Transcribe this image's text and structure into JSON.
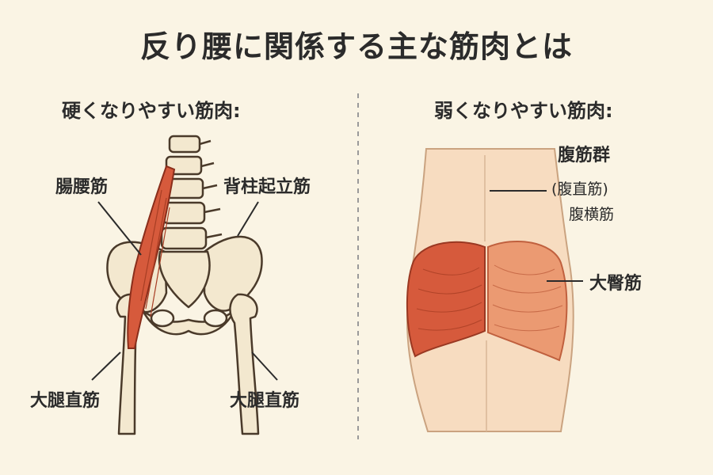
{
  "title": "反り腰に関係する主な筋肉とは",
  "left_panel": {
    "heading": "硬くなりやすい筋肉:",
    "labels": {
      "iliopsoas": "腸腰筋",
      "erector_spinae": "背柱起立筋",
      "rectus_femoris_left": "大腿直筋",
      "rectus_femoris_right": "大腿直筋"
    }
  },
  "right_panel": {
    "heading": "弱くなりやすい筋肉:",
    "labels": {
      "abdominals": "腹筋群",
      "rectus_abdominis": "(腹直筋)",
      "transversus": "腹横筋",
      "gluteus_maximus": "大臀筋"
    }
  },
  "colors": {
    "background": "#faf4e4",
    "bone": "#f3e8cf",
    "muscle_dark": "#d65a3c",
    "muscle_light": "#eb9a72",
    "skin": "#f7dcc0"
  }
}
